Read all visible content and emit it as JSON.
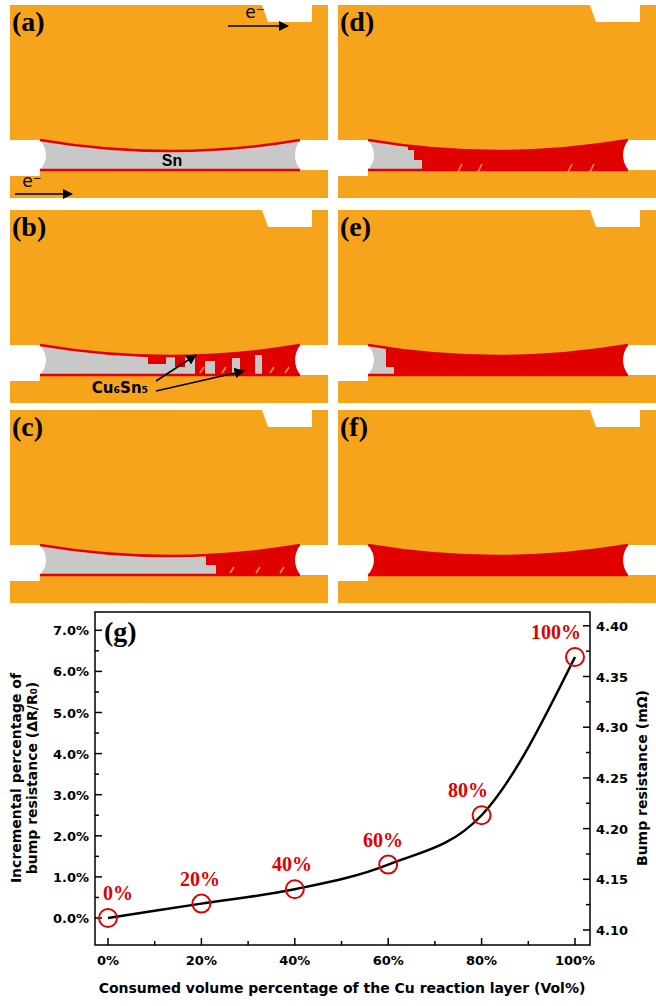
{
  "diagram": {
    "labels": [
      "(a)",
      "e⁻",
      "e⁻",
      "Sn",
      "(d)",
      "(b)",
      "Cu₆Sn₅",
      "(e)",
      "(c)",
      "(f)",
      "(g)",
      "0.0%",
      "1.0%",
      "2.0%",
      "3.0%",
      "4.0%",
      "5.0%",
      "6.0%",
      "7.0%",
      "4.10",
      "4.15",
      "4.20",
      "4.25",
      "4.30",
      "4.35",
      "4.40",
      "0%",
      "20%",
      "40%",
      "60%",
      "80%",
      "100%",
      "0%",
      "20%",
      "40%",
      "60%",
      "80%",
      "100%",
      "Incremental percentage of bump resistance (ΔR/R₀)",
      "Bump resistance (mΩ)",
      "Consumed volume percentage of the Cu reaction layer (Vol%)"
    ]
  }
}
